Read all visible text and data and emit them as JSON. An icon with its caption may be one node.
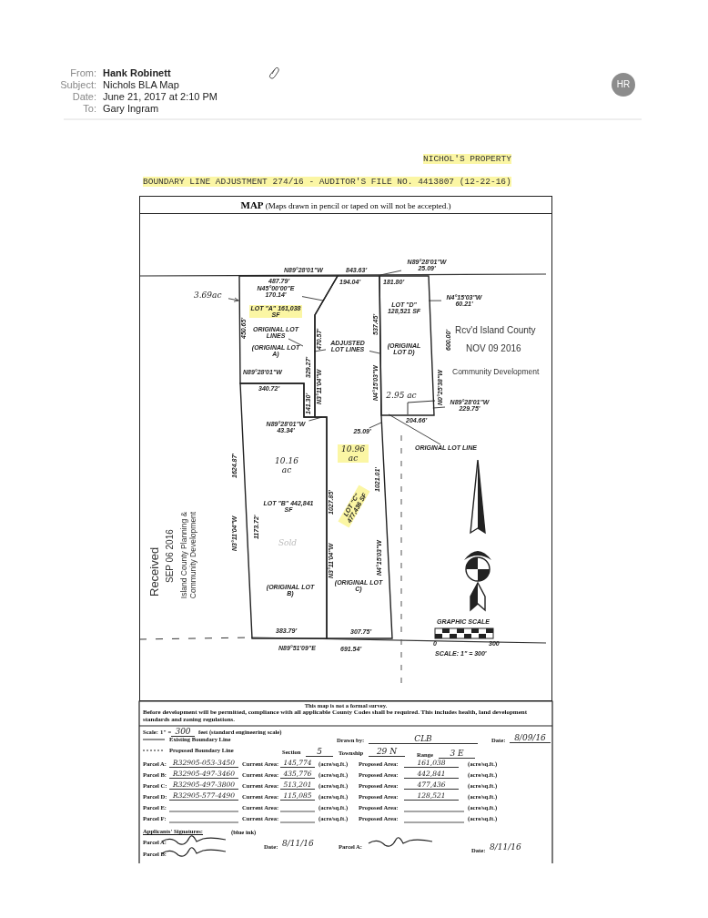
{
  "diagram": {
    "nodes": [
      {
        "text": [
          "**MAP** (Maps drawn in pencil or taped on will not be accepted.)"
        ]
      },
      {
        "text": [
          "LOT \"A\" 161,038 SF",
          "(ORIGINAL LOT A)"
        ],
        "in": 0
      },
      {
        "text": [
          "LOT \"B\" 442,841 SF",
          "(ORIGINAL LOT B)"
        ],
        "in": 0,
        "beside": [
          "10.16 ac",
          "Sold"
        ]
      },
      {
        "text": [
          "LOT \"C\" 477,436 SF",
          "(ORIGINAL LOT C)"
        ],
        "in": 0,
        "beside": [
          "10.96 ac"
        ]
      },
      {
        "text": [
          "LOT \"D\" 128,521 SF",
          "(ORIGINAL LOT D)",
          "2.95 ac"
        ],
        "in": 0
      },
      {
        "text": [
          "3.69ac"
        ],
        "in": 0
      },
      {
        "text": [
          "ORIGINAL LOT LINES"
        ],
        "in": 1
      },
      {
        "text": [
          "ADJUSTED LOT LINES"
        ],
        "in": 3
      },
      {
        "text": [
          "ORIGINAL LOT LINE"
        ],
        "in": 0
      },
      {
        "text": [
          "N45°00'00\"E 170.14'"
        ],
        "in": 1
      },
      {
        "text": [
          "N89°28'01\"W 25.09'"
        ],
        "in": 0
      },
      {
        "text": [
          "N4°15'03\"W 60.21'"
        ],
        "in": 0
      },
      {
        "text": [
          "N89°28'01\"W 229.75'"
        ],
        "in": 0
      },
      {
        "text": [
          "N89°28'01\"W 43.34'"
        ],
        "in": 2
      },
      {
        "text": [
          "25.09'"
        ],
        "in": 3
      }
    ],
    "edges": [
      {
        "from": 5,
        "to": 1,
        "arrow": "to"
      },
      {
        "from": 6,
        "to": null,
        "arrow": "none"
      },
      {
        "from": 7,
        "to": 1,
        "arrow": "none"
      },
      {
        "from": 7,
        "to": 4,
        "arrow": "none"
      },
      {
        "from": 8,
        "to": 4,
        "arrow": "none"
      },
      {
        "from": 9,
        "to": null,
        "arrow": "none"
      },
      {
        "from": 10,
        "to": 4,
        "arrow": "none"
      },
      {
        "from": 11,
        "to": 4,
        "arrow": "none"
      },
      {
        "from": 12,
        "to": 4,
        "arrow": "none"
      },
      {
        "from": 13,
        "to": null,
        "arrow": "none"
      },
      {
        "from": 14,
        "to": null,
        "arrow": "none"
      }
    ],
    "labels": [
      "From:",
      "Hank Robinett",
      "Subject:",
      "Nichols BLA Map",
      "Date:",
      "June 21, 2017 at 2:10 PM",
      "To:",
      "Gary Ingram",
      "HR",
      "NICHOL'S PROPERTY",
      "BOUNDARY LINE ADJUSTMENT 274/16 - AUDITOR'S FILE NO. 4413807 (12-22-16)",
      "N89°28'01\"W",
      "843.63'",
      "487.79'",
      "194.04'",
      "181.80'",
      "450.65'",
      "329.27'",
      "470.57'",
      "537.45'",
      "N4°15'03\"W",
      "N0°25'38\"W",
      "600.00'",
      "N89°28'01\"W",
      "340.72'",
      "141.30'",
      "N3°11'04\"W",
      "204.66'",
      "1624.87'",
      "N3°11'04\"W",
      "1173.72'",
      "1027.85'",
      "N3°11'04\"W",
      "1021.01'",
      "N4°15'03\"W",
      "383.79'",
      "307.75'",
      "N89°51'09\"E",
      "691.54'",
      "GRAPHIC SCALE",
      "0",
      "300",
      "SCALE: 1\" = 300'",
      "Rcv'd Island County",
      "NOV 09 2016",
      "Community Development",
      "Received",
      "SEP 06 2016",
      "Island County Planning & Community Development",
      "This map is not a formal survey.",
      "Before development will be permitted, compliance with all applicable County Codes shall be required. This includes health, land development standards and zoning regulations.",
      "Scale:",
      "1\" =",
      "300",
      "feet (standard engineering scale)",
      "Drawn by:",
      "CLB",
      "Date:",
      "8/09/16",
      "Section",
      "5",
      "Township",
      "29 N",
      "Range",
      "3 E",
      "Parcel A:",
      "R32905-053-3450",
      "Current Area:",
      "145,774",
      "(acre/sq.ft.)",
      "Proposed Area:",
      "161,038",
      "(acre/sq.ft.)",
      "Parcel B:",
      "R32905-497-3460",
      "Current Area:",
      "435,776",
      "(acre/sq.ft.)",
      "Proposed Area:",
      "442,841",
      "(acre/sq.ft.)",
      "Parcel C:",
      "R32905-497-3800",
      "Current Area:",
      "513,201",
      "(acre/sq.ft.)",
      "Proposed Area:",
      "477,436",
      "(acre/sq.ft.)",
      "Parcel D:",
      "R32905-577-4490",
      "Current Area:",
      "115,085",
      "(acre/sq.ft.)",
      "Proposed Area:",
      "128,521",
      "(acre/sq.ft.)",
      "Parcel E:",
      "Current Area:",
      "(acre/sq.ft.)",
      "Proposed Area:",
      "(acre/sq.ft.)",
      "Parcel F:",
      "Current Area:",
      "(acre/sq.ft.)",
      "Proposed Area:",
      "(acre/sq.ft.)",
      "Applicants' Signatures:",
      "(blue ink)",
      "Parcel A:",
      "Parcel B:",
      "Date:",
      "8/11/16",
      "Parcel A:",
      "Date:",
      "8/11/16"
    ],
    "legend": [
      {
        "text": "Existing Boundary Line"
      },
      {
        "text": "Proposed Boundary Line"
      }
    ]
  }
}
